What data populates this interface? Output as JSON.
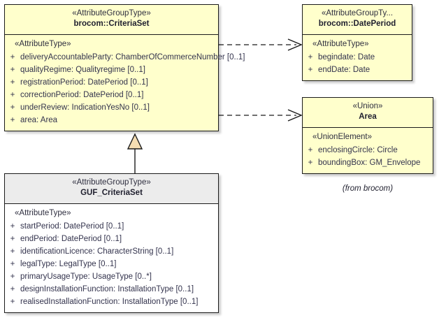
{
  "diagram": {
    "kind": "uml-class-diagram",
    "colors": {
      "class_fill_yellow": "#FFFFCC",
      "class_fill_white": "#FFFFFF",
      "header_fill_gray": "#ECECEC",
      "border": "#1B1B1B",
      "text": "#33334D",
      "generalization_arrow_fill": "#F5DEB3"
    },
    "captions": {
      "from_brocom": "(from brocom)"
    }
  },
  "classes": {
    "criteria_set": {
      "stereotype": "«AttributeGroupType»",
      "name": "brocom::CriteriaSet",
      "compartment_stereotype": "«AttributeType»",
      "attributes": [
        {
          "visibility": "+",
          "text": "deliveryAccountableParty: ChamberOfCommerceNumber [0..1]"
        },
        {
          "visibility": "+",
          "text": "qualityRegime: Qualityregime [0..1]"
        },
        {
          "visibility": "+",
          "text": "registrationPeriod: DatePeriod [0..1]"
        },
        {
          "visibility": "+",
          "text": "correctionPeriod: DatePeriod [0..1]"
        },
        {
          "visibility": "+",
          "text": "underReview: IndicationYesNo [0..1]"
        },
        {
          "visibility": "+",
          "text": "area: Area"
        }
      ]
    },
    "date_period": {
      "stereotype": "«AttributeGroupTy...",
      "name": "brocom::DatePeriod",
      "compartment_stereotype": "«AttributeType»",
      "attributes": [
        {
          "visibility": "+",
          "text": "begindate: Date"
        },
        {
          "visibility": "+",
          "text": "endDate: Date"
        }
      ]
    },
    "area": {
      "stereotype": "«Union»",
      "name": "Area",
      "compartment_stereotype": "«UnionElement»",
      "attributes": [
        {
          "visibility": "+",
          "text": "enclosingCircle: Circle"
        },
        {
          "visibility": "+",
          "text": "boundingBox: GM_Envelope"
        }
      ]
    },
    "guf_criteria_set": {
      "stereotype": "«AttributeGroupType»",
      "name": "GUF_CriteriaSet",
      "compartment_stereotype": "«AttributeType»",
      "attributes": [
        {
          "visibility": "+",
          "text": "startPeriod: DatePeriod [0..1]"
        },
        {
          "visibility": "+",
          "text": "endPeriod: DatePeriod [0..1]"
        },
        {
          "visibility": "+",
          "text": "identificationLicence: CharacterString [0..1]"
        },
        {
          "visibility": "+",
          "text": "legalType: LegalType [0..1]"
        },
        {
          "visibility": "+",
          "text": "primaryUsageType: UsageType [0..*]"
        },
        {
          "visibility": "+",
          "text": "designInstallationFunction: InstallationType [0..1]"
        },
        {
          "visibility": "+",
          "text": "realisedInstallationFunction: InstallationType [0..1]"
        }
      ]
    }
  },
  "relationships": [
    {
      "type": "dependency",
      "from": "brocom::CriteriaSet",
      "to": "brocom::DatePeriod",
      "line": "dashed",
      "arrowhead": "open"
    },
    {
      "type": "dependency",
      "from": "brocom::CriteriaSet",
      "to": "Area",
      "line": "dashed",
      "arrowhead": "open"
    },
    {
      "type": "generalization",
      "from": "GUF_CriteriaSet",
      "to": "brocom::CriteriaSet",
      "line": "solid",
      "arrowhead": "hollow-triangle"
    }
  ]
}
